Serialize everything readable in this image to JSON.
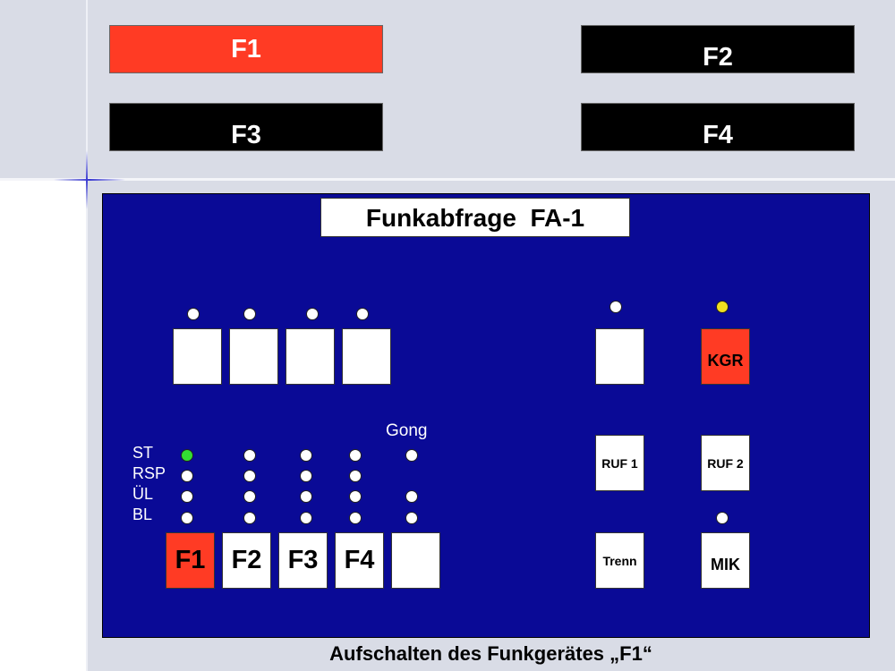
{
  "top_buttons": {
    "f1": "F1",
    "f2": "F2",
    "f3": "F3",
    "f4": "F4"
  },
  "panel": {
    "title": "Funkabfrage  FA-1",
    "status_labels": [
      "ST",
      "RSP",
      "ÜL",
      "BL"
    ],
    "gong_label": "Gong",
    "channel_keys": [
      "F1",
      "F2",
      "F3",
      "F4"
    ],
    "kgr_label": "KGR",
    "ruf1_label": "RUF 1",
    "ruf2_label": "RUF 2",
    "trenn_label": "Trenn",
    "mik_label": "MIK"
  },
  "caption": "Aufschalten des Funkgerätes „F1“",
  "colors": {
    "active_red": "#ff3b24",
    "panel_blue": "#0a0a96",
    "led_green": "#33dd33",
    "led_yellow": "#f0e020"
  }
}
